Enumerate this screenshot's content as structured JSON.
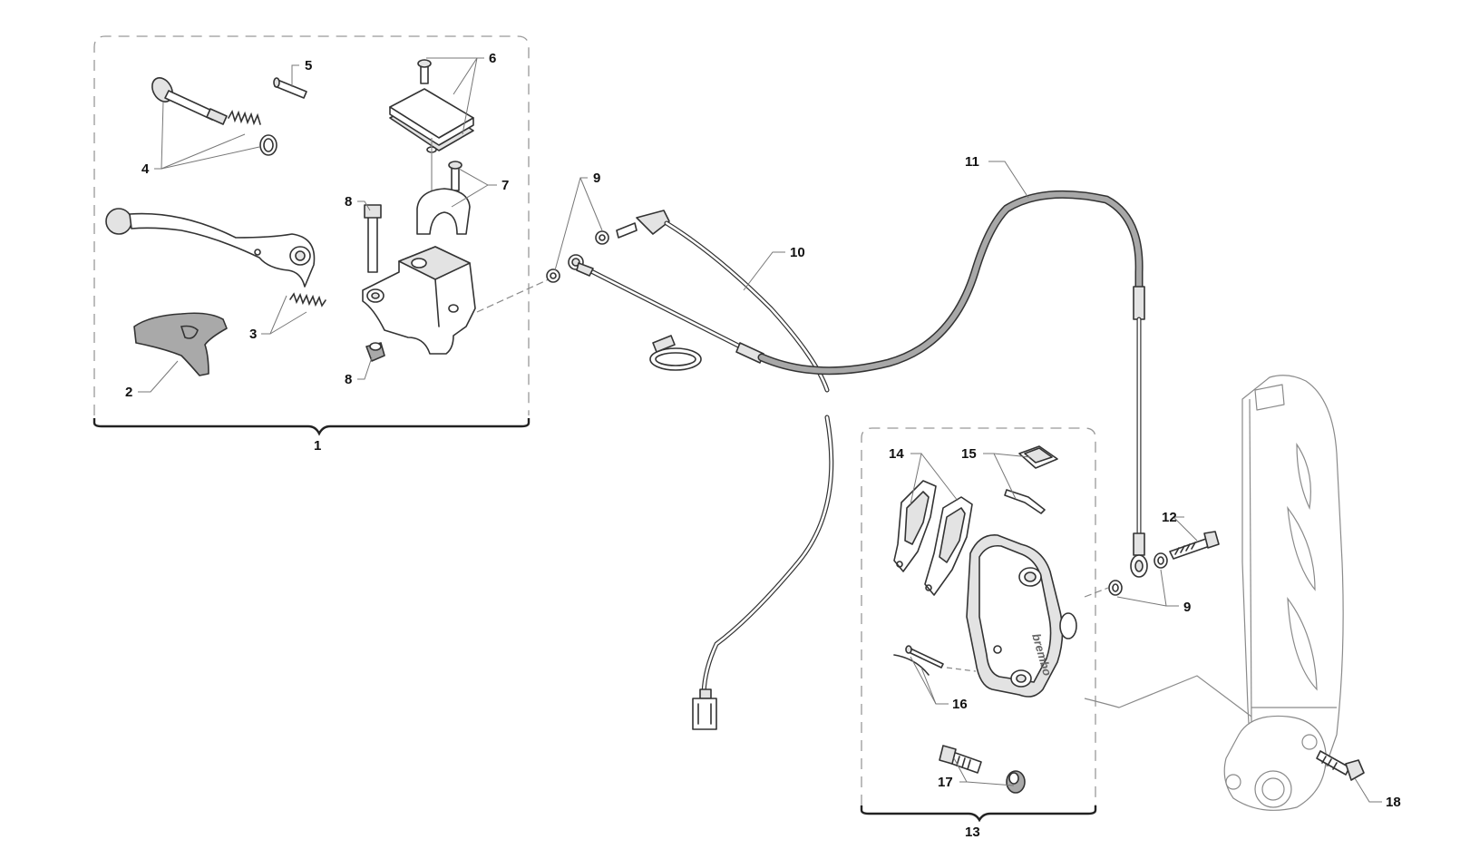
{
  "diagram": {
    "callouts": {
      "c1": "1",
      "c2": "2",
      "c3": "3",
      "c4": "4",
      "c5": "5",
      "c6": "6",
      "c7": "7",
      "c8a": "8",
      "c8b": "8",
      "c9a": "9",
      "c9b": "9",
      "c10": "10",
      "c11": "11",
      "c12": "12",
      "c13": "13",
      "c14": "14",
      "c15": "15",
      "c16": "16",
      "c17": "17",
      "c18": "18"
    },
    "caliper_logo": "brembo"
  }
}
